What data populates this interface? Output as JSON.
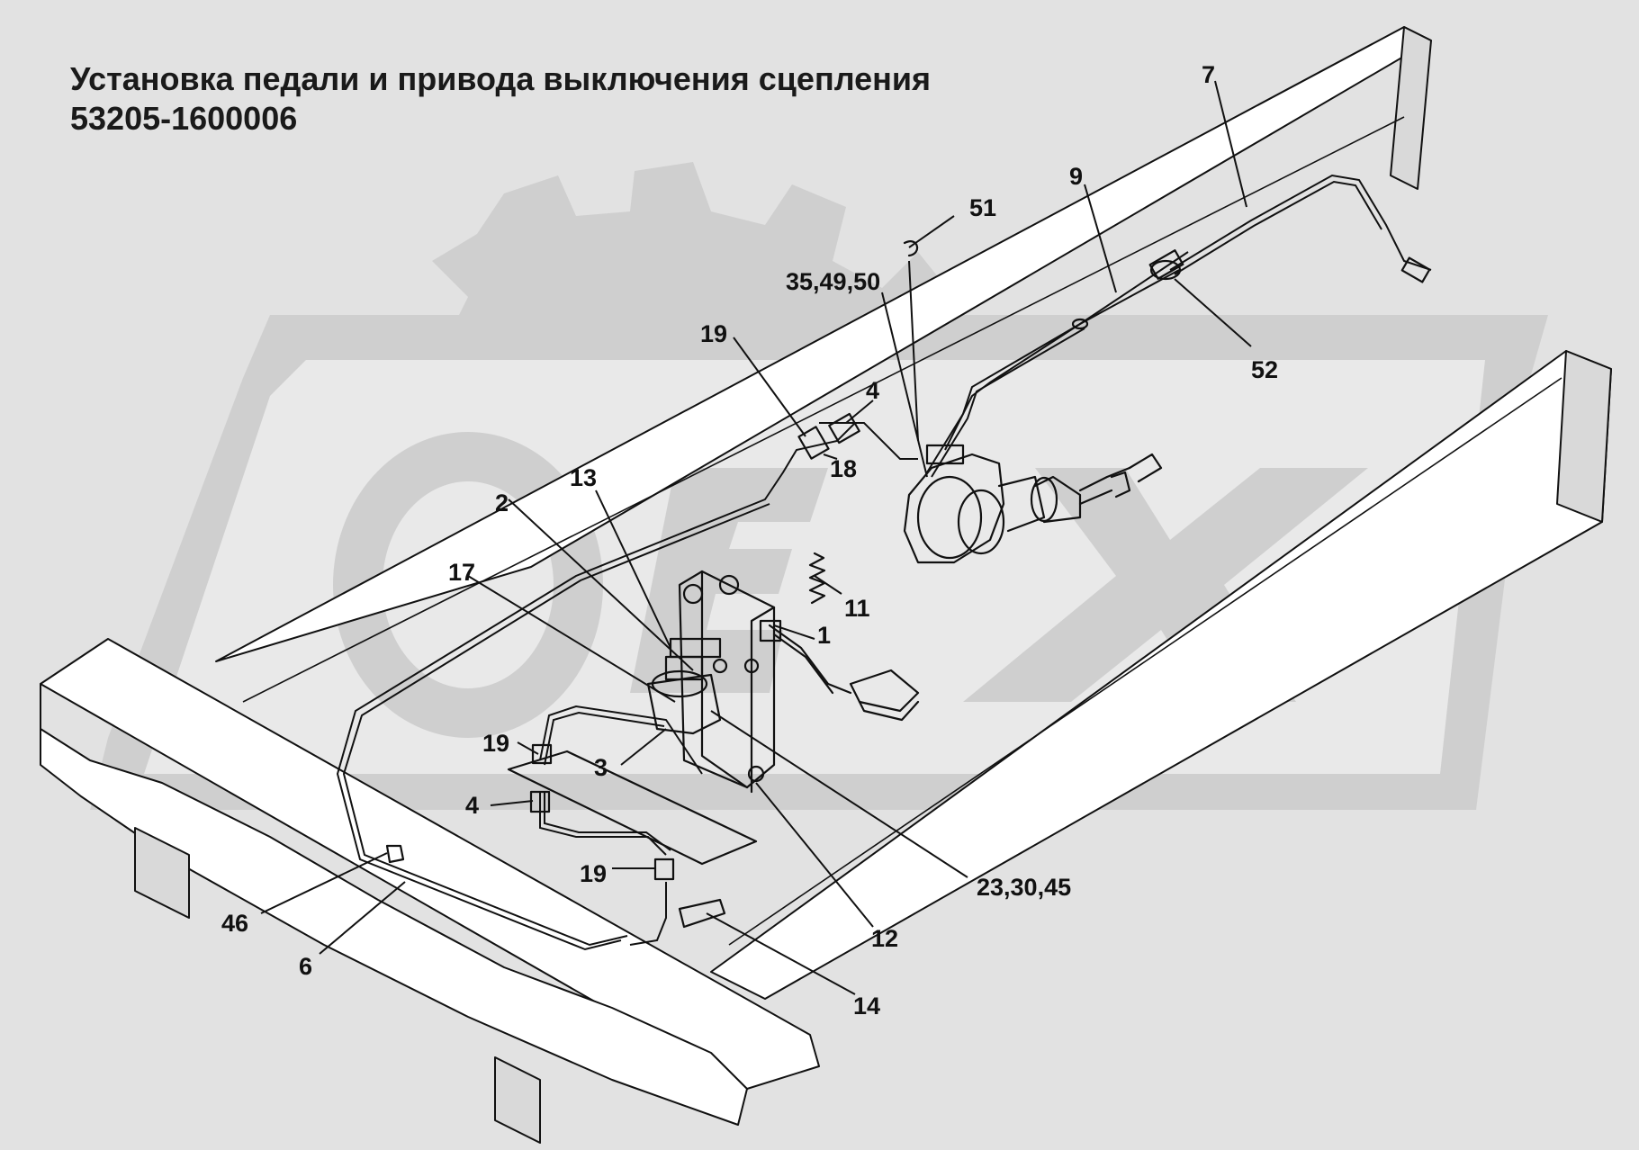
{
  "title": {
    "line1": "Установка педали и привода выключения сцепления",
    "line2": "53205-1600006"
  },
  "watermark": {
    "text": "OREX",
    "color": "#cfcfcf"
  },
  "callouts": [
    {
      "id": "c7",
      "text": "7"
    },
    {
      "id": "c9",
      "text": "9"
    },
    {
      "id": "c51",
      "text": "51"
    },
    {
      "id": "c354950",
      "text": "35,49,50"
    },
    {
      "id": "c52",
      "text": "52"
    },
    {
      "id": "c19a",
      "text": "19"
    },
    {
      "id": "c4a",
      "text": "4"
    },
    {
      "id": "c18",
      "text": "18"
    },
    {
      "id": "c13",
      "text": "13"
    },
    {
      "id": "c2",
      "text": "2"
    },
    {
      "id": "c17",
      "text": "17"
    },
    {
      "id": "c11",
      "text": "11"
    },
    {
      "id": "c1",
      "text": "1"
    },
    {
      "id": "c19b",
      "text": "19"
    },
    {
      "id": "c3",
      "text": "3"
    },
    {
      "id": "c4b",
      "text": "4"
    },
    {
      "id": "c19c",
      "text": "19"
    },
    {
      "id": "c233045",
      "text": "23,30,45"
    },
    {
      "id": "c12",
      "text": "12"
    },
    {
      "id": "c46",
      "text": "46"
    },
    {
      "id": "c6",
      "text": "6"
    },
    {
      "id": "c14",
      "text": "14"
    }
  ]
}
